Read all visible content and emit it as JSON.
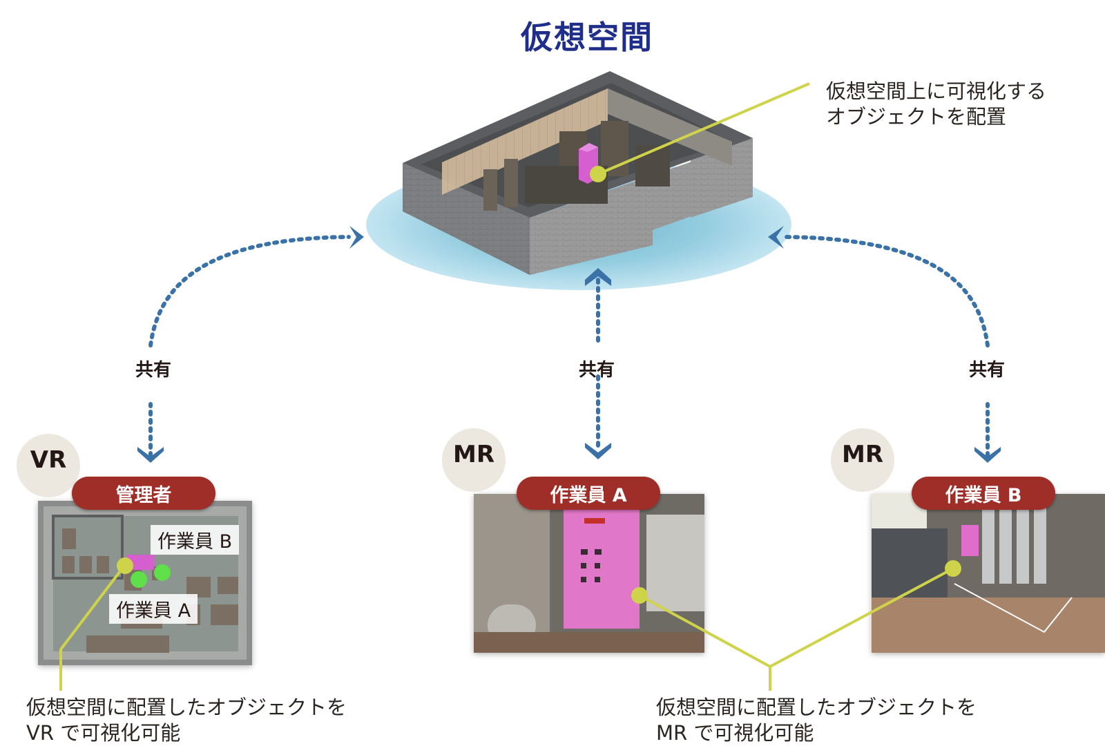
{
  "title": "仮想空間",
  "top_callout": [
    "仮想空間上に可視化する",
    "オブジェクトを配置"
  ],
  "share_label": "共有",
  "nodes": [
    {
      "mode": "VR",
      "role": "管理者",
      "markers": [
        "作業員 B",
        "作業員 A"
      ]
    },
    {
      "mode": "MR",
      "role": "作業員 A"
    },
    {
      "mode": "MR",
      "role": "作業員 B"
    }
  ],
  "bottom_left_callout": [
    "仮想空間に配置したオブジェクトを",
    "VR で可視化可能"
  ],
  "bottom_right_callout": [
    "仮想空間に配置したオブジェクトを",
    "MR で可視化可能"
  ],
  "colors": {
    "title": "#1e2e8a",
    "arrow": "#3a72a8",
    "pill": "#a02e28",
    "callout_line": "#cfd34a",
    "highlight_object": "#d65fcf",
    "worker_marker": "#5fe04a"
  }
}
